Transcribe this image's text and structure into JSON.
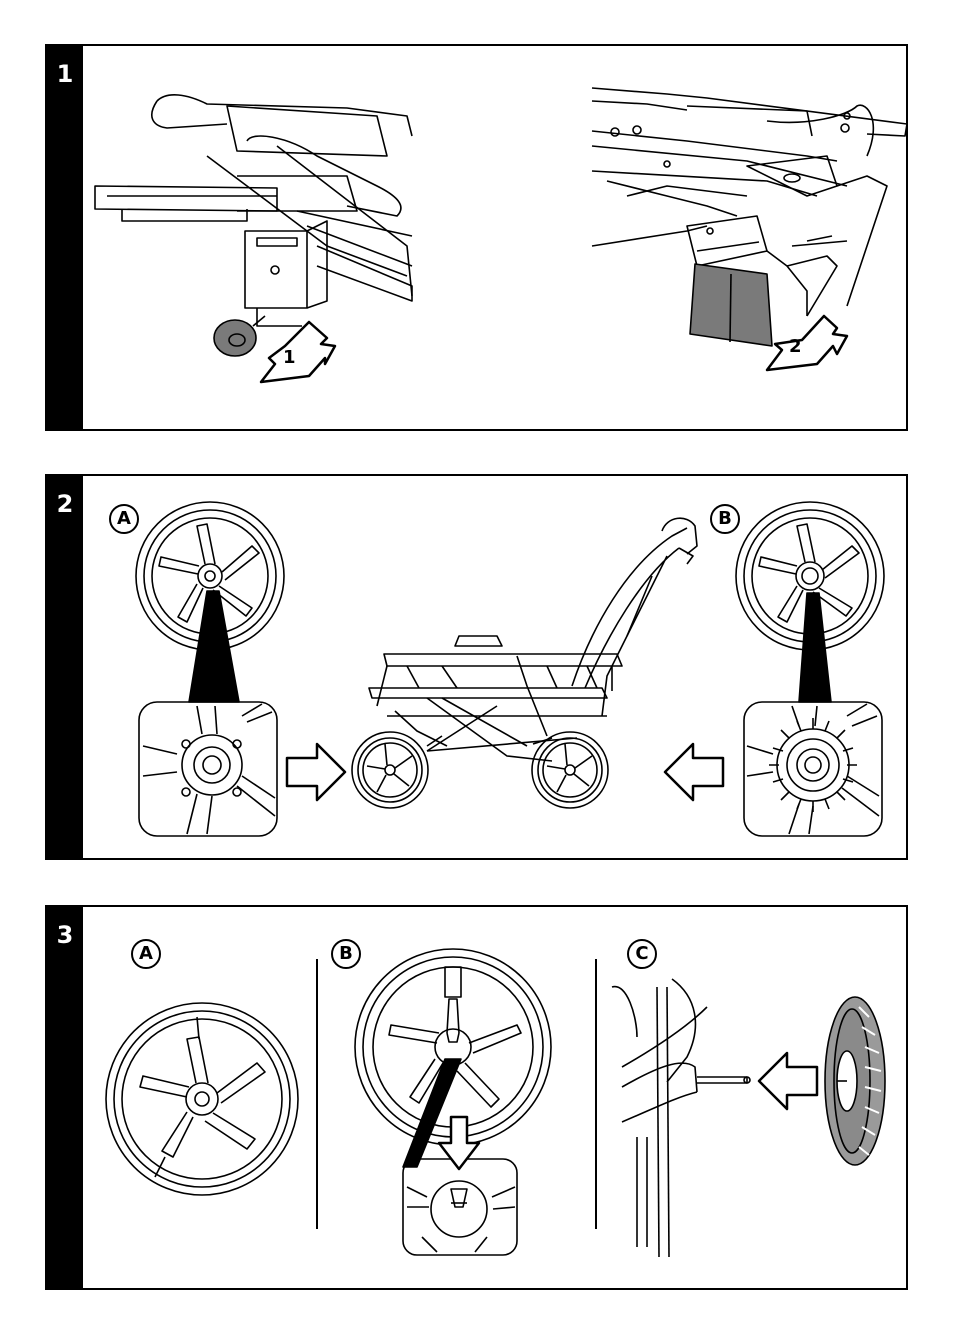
{
  "panels": [
    {
      "number": "1",
      "arrow_labels": [
        "1",
        "2"
      ]
    },
    {
      "number": "2",
      "labels": [
        "A",
        "B"
      ]
    },
    {
      "number": "3",
      "labels": [
        "A",
        "B",
        "C"
      ]
    }
  ],
  "colors": {
    "ink": "#000000",
    "panel_bg": "#ffffff",
    "accent_gray": "#7a7a7a",
    "light_gray": "#9a9a9a"
  }
}
